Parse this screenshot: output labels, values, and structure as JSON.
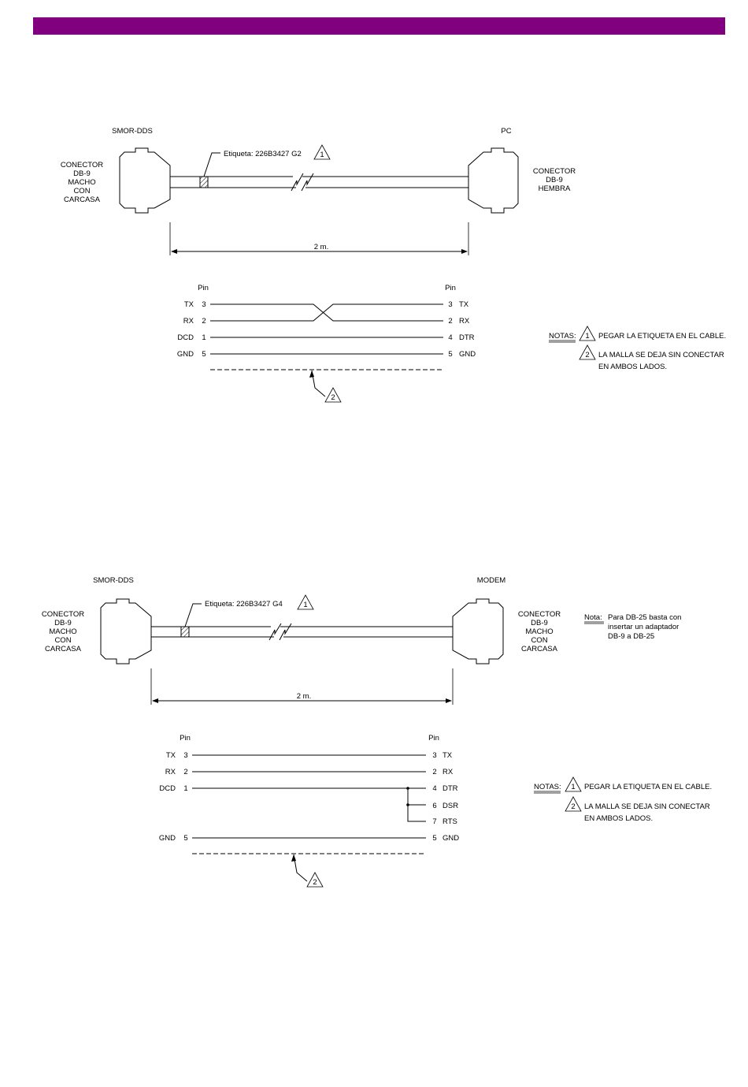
{
  "header": {
    "bar_color": "#800080"
  },
  "diagram1": {
    "left_device": "SMOR-DDS",
    "right_device": "PC",
    "left_connector": [
      "CONECTOR",
      "DB-9",
      "MACHO",
      "CON",
      "CARCASA"
    ],
    "right_connector": [
      "CONECTOR",
      "DB-9",
      "HEMBRA"
    ],
    "label_text": "Etiqueta: 226B3427 G2",
    "label_ref": "1",
    "length": "2 m.",
    "pin_header_left": "Pin",
    "pin_header_right": "Pin",
    "wires": [
      {
        "l_sig": "TX",
        "l_pin": "3",
        "r_pin": "3",
        "r_sig": "TX"
      },
      {
        "l_sig": "RX",
        "l_pin": "2",
        "r_pin": "2",
        "r_sig": "RX"
      },
      {
        "l_sig": "DCD",
        "l_pin": "1",
        "r_pin": "4",
        "r_sig": "DTR"
      },
      {
        "l_sig": "GND",
        "l_pin": "5",
        "r_pin": "5",
        "r_sig": "GND"
      }
    ],
    "shield_ref": "2",
    "notes": {
      "title": "NOTAS:",
      "n1_ref": "1",
      "n1_text": "PEGAR LA ETIQUETA EN EL CABLE.",
      "n2_ref": "2",
      "n2_line1": "LA MALLA SE DEJA SIN CONECTAR",
      "n2_line2": "EN AMBOS LADOS."
    }
  },
  "diagram2": {
    "left_device": "SMOR-DDS",
    "right_device": "MODEM",
    "left_connector": [
      "CONECTOR",
      "DB-9",
      "MACHO",
      "CON",
      "CARCASA"
    ],
    "right_connector": [
      "CONECTOR",
      "DB-9",
      "MACHO",
      "CON",
      "CARCASA"
    ],
    "label_text": "Etiqueta: 226B3427 G4",
    "label_ref": "1",
    "length": "2 m.",
    "side_note_title": "Nota:",
    "side_note_lines": [
      "Para DB-25 basta con",
      "insertar un adaptador",
      "DB-9 a DB-25"
    ],
    "pin_header_left": "Pin",
    "pin_header_right": "Pin",
    "wires": [
      {
        "l_sig": "TX",
        "l_pin": "3",
        "r_pin": "3",
        "r_sig": "TX"
      },
      {
        "l_sig": "RX",
        "l_pin": "2",
        "r_pin": "2",
        "r_sig": "RX"
      },
      {
        "l_sig": "DCD",
        "l_pin": "1",
        "r_pin": "4",
        "r_sig": "DTR"
      },
      {
        "l_sig": "",
        "l_pin": "",
        "r_pin": "6",
        "r_sig": "DSR"
      },
      {
        "l_sig": "",
        "l_pin": "",
        "r_pin": "7",
        "r_sig": "RTS"
      },
      {
        "l_sig": "GND",
        "l_pin": "5",
        "r_pin": "5",
        "r_sig": "GND"
      }
    ],
    "shield_ref": "2",
    "notes": {
      "title": "NOTAS:",
      "n1_ref": "1",
      "n1_text": "PEGAR LA ETIQUETA EN EL CABLE.",
      "n2_ref": "2",
      "n2_line1": "LA MALLA SE DEJA SIN CONECTAR",
      "n2_line2": "EN AMBOS LADOS."
    }
  }
}
